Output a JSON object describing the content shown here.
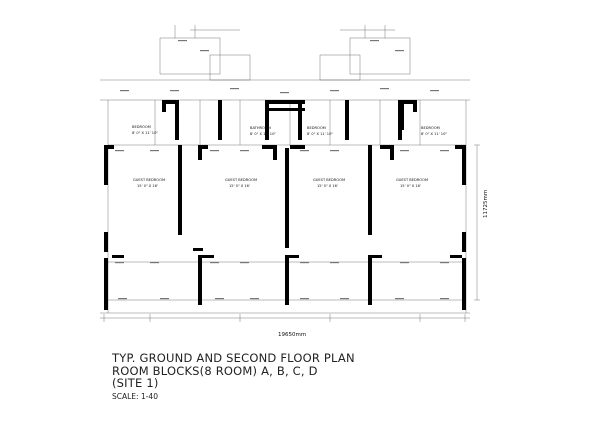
{
  "plan": {
    "overall_width": "19650mm",
    "overall_depth": "11725mm",
    "rooms": [
      {
        "name": "BEDROOM",
        "size": "8' 0\" X 11' 10\""
      },
      {
        "name": "BATHROOM",
        "size": "8' 0\" X 11' 10\""
      },
      {
        "name": "BEDROOM",
        "size": "8' 0\" X 11' 10\""
      },
      {
        "name": "BEDROOM",
        "size": "8' 0\" X 11' 10\""
      }
    ],
    "guest_rooms": [
      {
        "name": "GUEST BEDROOM",
        "size": "15' 0\" X 16'"
      },
      {
        "name": "GUEST BEDROOM",
        "size": "15' 0\" X 16'"
      },
      {
        "name": "GUEST BEDROOM",
        "size": "15' 0\" X 16'"
      },
      {
        "name": "GUEST BEDROOM",
        "size": "15' 0\" X 16'"
      }
    ]
  },
  "title": {
    "line1": "TYP. GROUND AND SECOND FLOOR PLAN",
    "line2": "ROOM BLOCKS(8 ROOM) A, B, C, D",
    "line3": "(SITE 1)",
    "scale": "SCALE: 1-40"
  }
}
